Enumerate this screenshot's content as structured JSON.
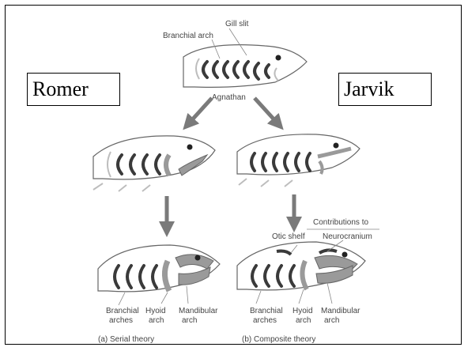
{
  "boxes": {
    "left": "Romer",
    "right": "Jarvik"
  },
  "labels": {
    "gill_slit": "Gill slit",
    "branchial_arch": "Branchial arch",
    "agnathan": "Agnathan",
    "contributions_to": "Contributions to",
    "otic_shelf": "Otic shelf",
    "neurocranium": "Neurocranium",
    "left_branchial_1": "Branchial",
    "left_branchial_2": "arches",
    "left_hyoid_1": "Hyoid",
    "left_hyoid_2": "arch",
    "left_mandibular_1": "Mandibular",
    "left_mandibular_2": "arch",
    "right_branchial_1": "Branchial",
    "right_branchial_2": "arches",
    "right_hyoid_1": "Hyoid",
    "right_hyoid_2": "arch",
    "right_mandibular_1": "Mandibular",
    "right_mandibular_2": "arch",
    "caption_a": "(a) Serial theory",
    "caption_b": "(b) Composite theory"
  },
  "colors": {
    "arch": "#3a3a3a",
    "arch_light": "#bdbdbd",
    "highlight": "#9a9a9a",
    "arrow": "#7a7a7a",
    "outline": "#666666"
  }
}
